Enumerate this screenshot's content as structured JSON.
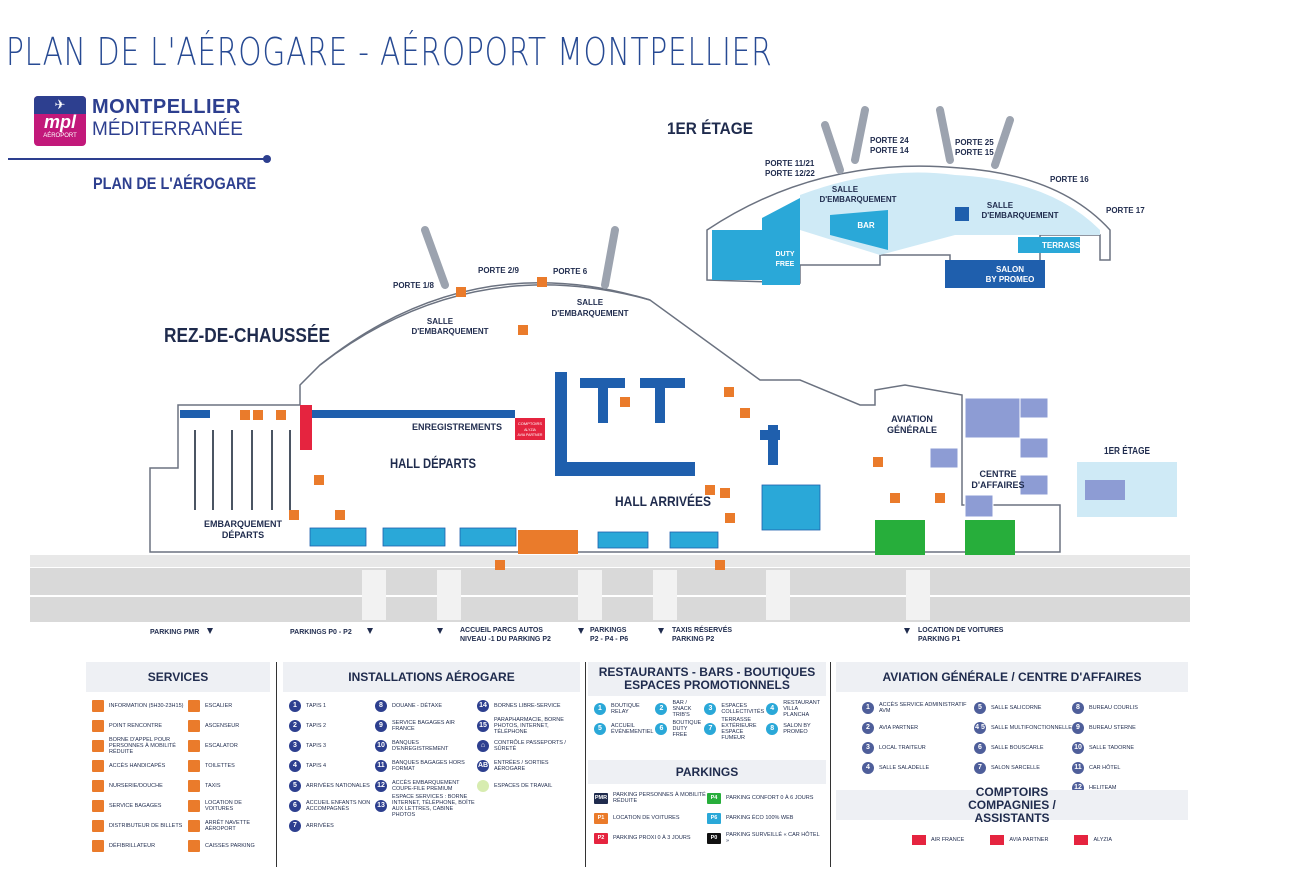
{
  "page_title": "PLAN DE L'AÉROGARE - AÉROPORT MONTPELLIER",
  "logo": {
    "badge_top": "✈",
    "badge_mpl": "mpl",
    "badge_aeroport": "AÉROPORT",
    "line1": "MONTPELLIER",
    "line2": "MÉDITERRANÉE",
    "subtitle": "PLAN DE L'AÉROGARE"
  },
  "colors": {
    "brand_navy": "#2d3f8f",
    "cyan": "#2aa8d8",
    "light_cyan": "#cfeaf6",
    "orange": "#ea7b2b",
    "dark_blue": "#1f5fad",
    "green": "#27ae3b",
    "red": "#e5243f",
    "lavender": "#8d9cd4"
  },
  "map": {
    "rdc_label": "REZ-DE-CHAUSSÉE",
    "etage_label": "1ER ÉTAGE",
    "etage_label_small": "1ER ÉTAGE",
    "porte_18": "PORTE 1/8",
    "porte_29": "PORTE 2/9",
    "porte_6": "PORTE 6",
    "salle_emb_1": [
      "SALLE",
      "D'EMBARQUEMENT"
    ],
    "salle_emb_2": [
      "SALLE",
      "D'EMBARQUEMENT"
    ],
    "enregistrements": "ENREGISTREMENTS",
    "hall_departs": "HALL DÉPARTS",
    "hall_arrivees": "HALL ARRIVÉES",
    "embarquement_departs": [
      "EMBARQUEMENT",
      "DÉPARTS"
    ],
    "aviation_generale": [
      "AVIATION",
      "GÉNÉRALE"
    ],
    "centre_affaires": [
      "CENTRE",
      "D'AFFAIRES"
    ],
    "comptoirs": [
      "COMPTOIRS",
      "ALYZIA",
      "AVIA PARTNER"
    ],
    "porte_1121": [
      "PORTE 11/21",
      "PORTE 12/22"
    ],
    "porte_2414": [
      "PORTE 24",
      "PORTE 14"
    ],
    "porte_2515": [
      "PORTE 25",
      "PORTE 15"
    ],
    "porte_16": "PORTE 16",
    "porte_17": "PORTE 17",
    "salle_emb_e1": [
      "SALLE",
      "D'EMBARQUEMENT"
    ],
    "salle_emb_e2": [
      "SALLE",
      "D'EMBARQUEMENT"
    ],
    "bar": "BAR",
    "duty_free": [
      "DUTY",
      "FREE"
    ],
    "terrasse": "TERRASSE",
    "salon_promeo": [
      "SALON",
      "BY PROMEO"
    ],
    "parking_labels": [
      "PARKING PMR",
      "PARKINGS P0 - P2",
      "ACCUEIL PARCS AUTOS",
      "NIVEAU -1 DU PARKING P2",
      "PARKINGS",
      "P2 - P4 - P6",
      "TAXIS RÉSERVÉS",
      "PARKING P2",
      "LOCATION DE VOITURES",
      "PARKING  P1"
    ]
  },
  "legend": {
    "services": {
      "title": "SERVICES",
      "left": [
        {
          "icon": "info-icon",
          "label": "INFORMATION (5h30-23h15)"
        },
        {
          "icon": "meeting-point-icon",
          "label": "POINT RENCONTRE"
        },
        {
          "icon": "wheelchair-call-icon",
          "label": "BORNE D'APPEL POUR PERSONNES À MOBILITÉ RÉDUITE"
        },
        {
          "icon": "accessibility-icon",
          "label": "ACCÈS HANDICAPÉS"
        },
        {
          "icon": "nursery-icon",
          "label": "NURSERIE/DOUCHE"
        },
        {
          "icon": "baggage-icon",
          "label": "SERVICE BAGAGES"
        },
        {
          "icon": "atm-icon",
          "label": "DISTRIBUTEUR DE BILLETS"
        },
        {
          "icon": "defibrillator-icon",
          "label": "DÉFIBRILLATEUR"
        }
      ],
      "right": [
        {
          "icon": "stairs-icon",
          "label": "ESCALIER"
        },
        {
          "icon": "elevator-icon",
          "label": "ASCENSEUR"
        },
        {
          "icon": "escalator-icon",
          "label": "ESCALATOR"
        },
        {
          "icon": "toilets-icon",
          "label": "TOILETTES"
        },
        {
          "icon": "taxi-icon",
          "label": "TAXIS"
        },
        {
          "icon": "car-rental-icon",
          "label": "LOCATION DE VOITURES"
        },
        {
          "icon": "shuttle-icon",
          "label": "ARRÊT NAVETTE AÉROPORT"
        },
        {
          "icon": "parking-pay-icon",
          "label": "CAISSES PARKING"
        }
      ]
    },
    "installations": {
      "title": "INSTALLATIONS AÉROGARE",
      "col1": [
        {
          "n": "1",
          "label": "TAPIS 1"
        },
        {
          "n": "2",
          "label": "TAPIS 2"
        },
        {
          "n": "3",
          "label": "TAPIS 3"
        },
        {
          "n": "4",
          "label": "TAPIS 4"
        },
        {
          "n": "5",
          "label": "ARRIVÉES NATIONALES"
        },
        {
          "n": "6",
          "label": "ACCUEIL ENFANTS NON ACCOMPAGNÉS"
        },
        {
          "n": "7",
          "label": "ARRIVÉES"
        }
      ],
      "col2": [
        {
          "n": "8",
          "label": "DOUANE - DÉTAXE"
        },
        {
          "n": "9",
          "label": "SERVICE BAGAGES AIR FRANCE"
        },
        {
          "n": "10",
          "label": "BANQUES D'ENREGISTREMENT"
        },
        {
          "n": "11",
          "label": "BANQUES BAGAGES HORS FORMAT"
        },
        {
          "n": "12",
          "label": "ACCÈS EMBARQUEMENT COUPE-FILE PREMIUM"
        },
        {
          "n": "13",
          "label": "ESPACE SERVICES : BORNE INTERNET, TÉLÉPHONE, BOÎTE AUX LETTRES, CABINE PHOTOS"
        }
      ],
      "col3": [
        {
          "n": "14",
          "label": "BORNES LIBRE-SERVICE"
        },
        {
          "n": "15",
          "label": "PARAPHARMACIE, BORNE PHOTOS, INTERNET, TÉLÉPHONE"
        },
        {
          "n": "⌂",
          "label": "CONTRÔLE PASSEPORTS / SÛRETÉ"
        },
        {
          "n": "AB",
          "label": "ENTRÉES / SORTIES AÉROGARE"
        },
        {
          "n": "",
          "label": "ESPACES DE TRAVAIL"
        }
      ]
    },
    "restaurants": {
      "title": "RESTAURANTS - BARS - BOUTIQUES ESPACES PROMOTIONNELS",
      "items": [
        {
          "n": "1",
          "label": "BOUTIQUE RELAY"
        },
        {
          "n": "2",
          "label": "BAR / SNACK TRIB'S"
        },
        {
          "n": "3",
          "label": "ESPACES COLLECTIVITÉS"
        },
        {
          "n": "4",
          "label": "RESTAURANT VILLA PLANCHA"
        },
        {
          "n": "5",
          "label": "ACCUEIL ÉVÉNEMENTIEL"
        },
        {
          "n": "6",
          "label": "BOUTIQUE DUTY FREE"
        },
        {
          "n": "7",
          "label": "TERRASSE EXTÉRIEURE ESPACE FUMEUR"
        },
        {
          "n": "8",
          "label": "SALON BY PROMEO"
        }
      ]
    },
    "parkings": {
      "title": "PARKINGS",
      "items": [
        {
          "code": "PMR",
          "color": "#1f2b4d",
          "label": "PARKING PERSONNES À MOBILITÉ RÉDUITE"
        },
        {
          "code": "P4",
          "color": "#27ae3b",
          "label": "PARKING CONFORT 0 À 6 JOURS"
        },
        {
          "code": "P1",
          "color": "#ea7b2b",
          "label": "LOCATION DE VOITURES"
        },
        {
          "code": "P6",
          "color": "#2aa8d8",
          "label": "PARKING ÉCO 100% WEB"
        },
        {
          "code": "P2",
          "color": "#e5243f",
          "label": "PARKING PROXI 0 À 3 JOURS"
        },
        {
          "code": "P0",
          "color": "#111111",
          "label": "PARKING SURVEILLÉ « CAR HÔTEL »"
        }
      ]
    },
    "aviation": {
      "title": "AVIATION GÉNÉRALE / CENTRE D'AFFAIRES",
      "col1": [
        {
          "n": "1",
          "label": "ACCÈS SERVICE ADMINISTRATIF AVM"
        },
        {
          "n": "2",
          "label": "AVIA PARTNER"
        },
        {
          "n": "3",
          "label": "LOCAL TRAITEUR"
        },
        {
          "n": "4",
          "label": "SALLE SALADELLE"
        }
      ],
      "col2": [
        {
          "n": "5",
          "label": "SALLE SALICORNE"
        },
        {
          "n": "4 5",
          "label": "SALLE MULTIFONCTIONNELLE"
        },
        {
          "n": "6",
          "label": "SALLE BOUSCARLE"
        },
        {
          "n": "7",
          "label": "SALON SARCELLE"
        }
      ],
      "col3": [
        {
          "n": "8",
          "label": "BUREAU COURLIS"
        },
        {
          "n": "9",
          "label": "BUREAU STERNE"
        },
        {
          "n": "10",
          "label": "SALLE TADORNE"
        },
        {
          "n": "11",
          "label": "CAR HÔTEL"
        },
        {
          "n": "12",
          "label": "HELITEAM"
        }
      ]
    },
    "comptoirs": {
      "title": "COMPTOIRS COMPAGNIES / ASSISTANTS",
      "items": [
        "AIR FRANCE",
        "AVIA PARTNER",
        "ALYZIA"
      ]
    }
  }
}
